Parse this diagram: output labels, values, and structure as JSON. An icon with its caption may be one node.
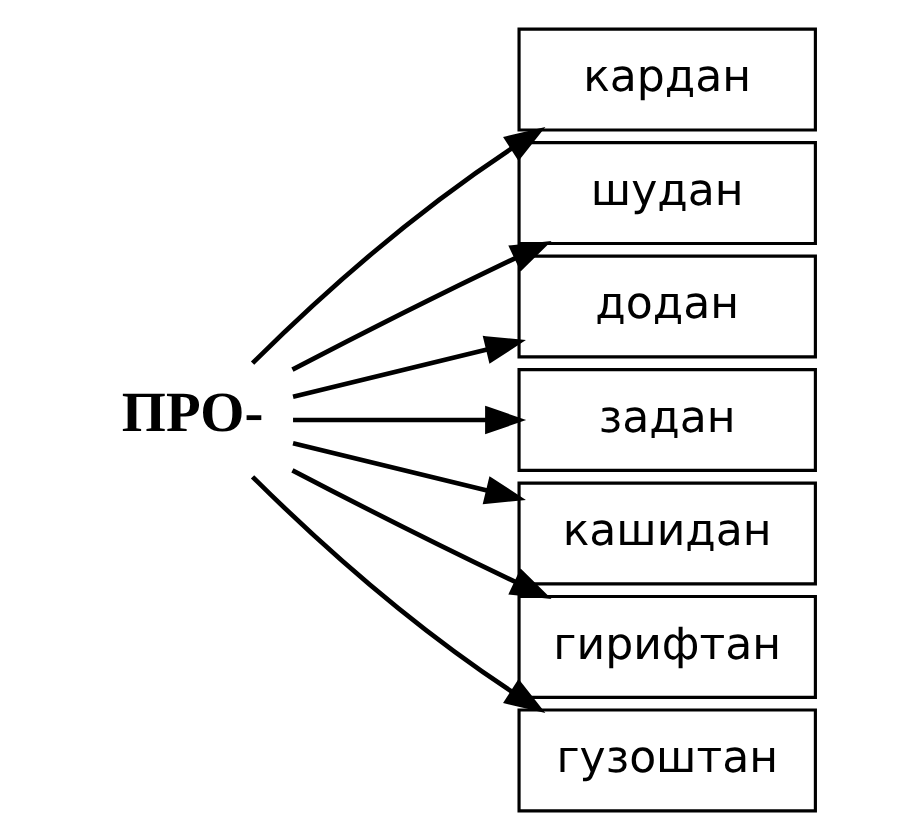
{
  "diagram": {
    "nodes": [
      {
        "text": [
          "ПРО-"
        ]
      },
      {
        "text": [
          "кардан"
        ]
      },
      {
        "text": [
          "шудан"
        ]
      },
      {
        "text": [
          "додан"
        ]
      },
      {
        "text": [
          "задан"
        ]
      },
      {
        "text": [
          "кашидан"
        ]
      },
      {
        "text": [
          "гирифтан"
        ]
      },
      {
        "text": [
          "гузоштан"
        ]
      }
    ],
    "edges": [
      {
        "from": 0,
        "to": 1,
        "arrow": "to"
      },
      {
        "from": 0,
        "to": 2,
        "arrow": "to"
      },
      {
        "from": 0,
        "to": 3,
        "arrow": "to"
      },
      {
        "from": 0,
        "to": 4,
        "arrow": "to"
      },
      {
        "from": 0,
        "to": 5,
        "arrow": "to"
      },
      {
        "from": 0,
        "to": 6,
        "arrow": "to"
      },
      {
        "from": 0,
        "to": 7,
        "arrow": "to"
      }
    ]
  }
}
